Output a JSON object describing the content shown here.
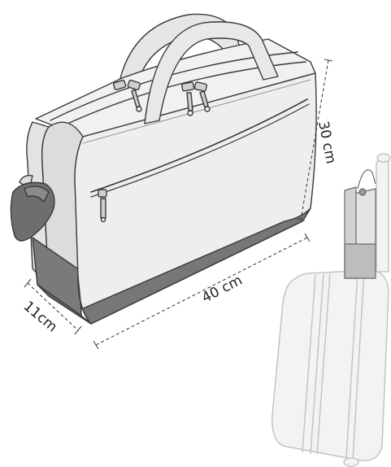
{
  "dimensions": {
    "height_label": "30 cm",
    "width_label": "40 cm",
    "depth_label": "11cm"
  },
  "colors": {
    "bag_fill": "#ececec",
    "bag_outline": "#3a3a3a",
    "base_panel": "#777777",
    "strap_pad": "#6e6e6e",
    "luggage_fill": "#f3f3f3",
    "luggage_outline": "#c4c4c4",
    "dimension_line": "#444444"
  },
  "icons": [
    "laptop-bag-icon",
    "rolling-suitcase-icon"
  ]
}
